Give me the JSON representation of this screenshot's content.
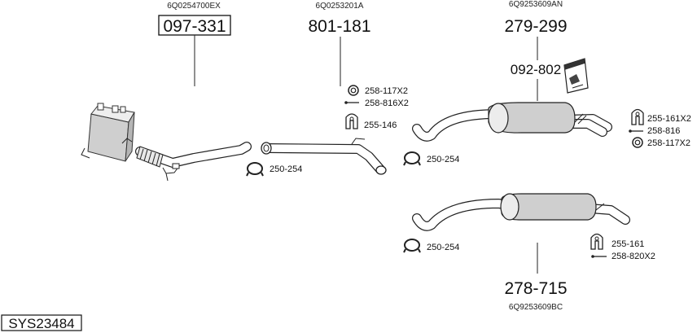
{
  "diagram_id": "SYS23484",
  "groups": {
    "dpf": {
      "oem": "6Q0254700EX",
      "part": "097-331",
      "clamp": "250-254"
    },
    "front_pipe": {
      "oem": "6Q0253201A",
      "part": "801-181",
      "ring": "258-117X2",
      "bolt": "258-816X2",
      "hanger": "255-146"
    },
    "rear_upper": {
      "oem": "6Q9253609AN",
      "part": "279-299",
      "kit": "092-802",
      "clamp": "250-254",
      "hanger": "255-161X2",
      "bolt": "258-816",
      "ring": "258-117X2"
    },
    "rear_lower": {
      "oem": "6Q9253609BC",
      "part": "278-715",
      "clamp": "250-254",
      "hanger": "255-161",
      "bolt": "258-820X2"
    }
  }
}
